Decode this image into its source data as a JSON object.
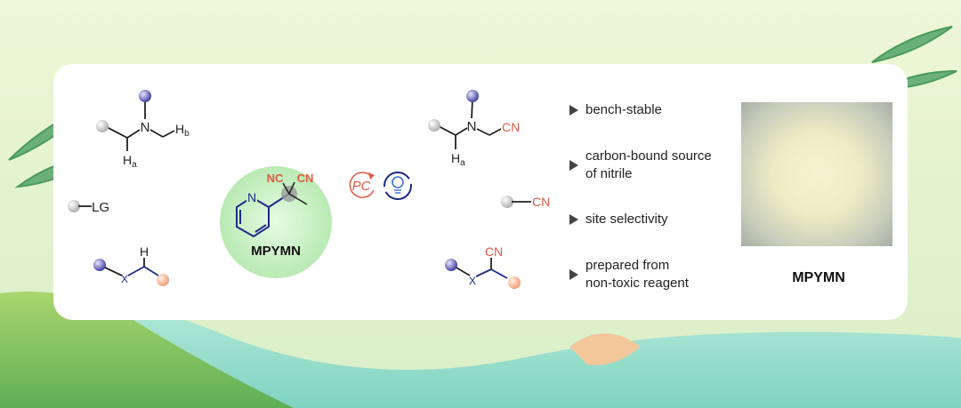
{
  "reagent": {
    "name": "MPYMN",
    "nc_left": "NC",
    "cn_right": "CN",
    "pyridine_n": "N"
  },
  "left_substrates": {
    "amine": {
      "n": "N",
      "ha": "H",
      "ha_sub": "a",
      "hb": "H",
      "hb_sub": "b"
    },
    "halide": {
      "lg": "LG"
    },
    "ch": {
      "x": "X",
      "h": "H"
    }
  },
  "right_products": {
    "amine": {
      "n": "N",
      "ha": "H",
      "ha_sub": "a",
      "cn": "CN"
    },
    "nitrile": {
      "cn": "CN"
    },
    "ch": {
      "x": "X",
      "cn": "CN"
    }
  },
  "conditions": {
    "photocatalyst": "PC",
    "light_icon": "lightbulb-icon"
  },
  "features": [
    {
      "lines": [
        "bench-stable"
      ]
    },
    {
      "lines": [
        "carbon-bound source",
        "of nitrile"
      ]
    },
    {
      "lines": [
        "site selectivity"
      ]
    },
    {
      "lines": [
        "prepared from",
        "non-toxic reagent"
      ]
    }
  ],
  "photo_label": "MPYMN",
  "colors": {
    "red": "#e05a45",
    "navy": "#1c2a8a",
    "green": "#c9f0c4"
  }
}
